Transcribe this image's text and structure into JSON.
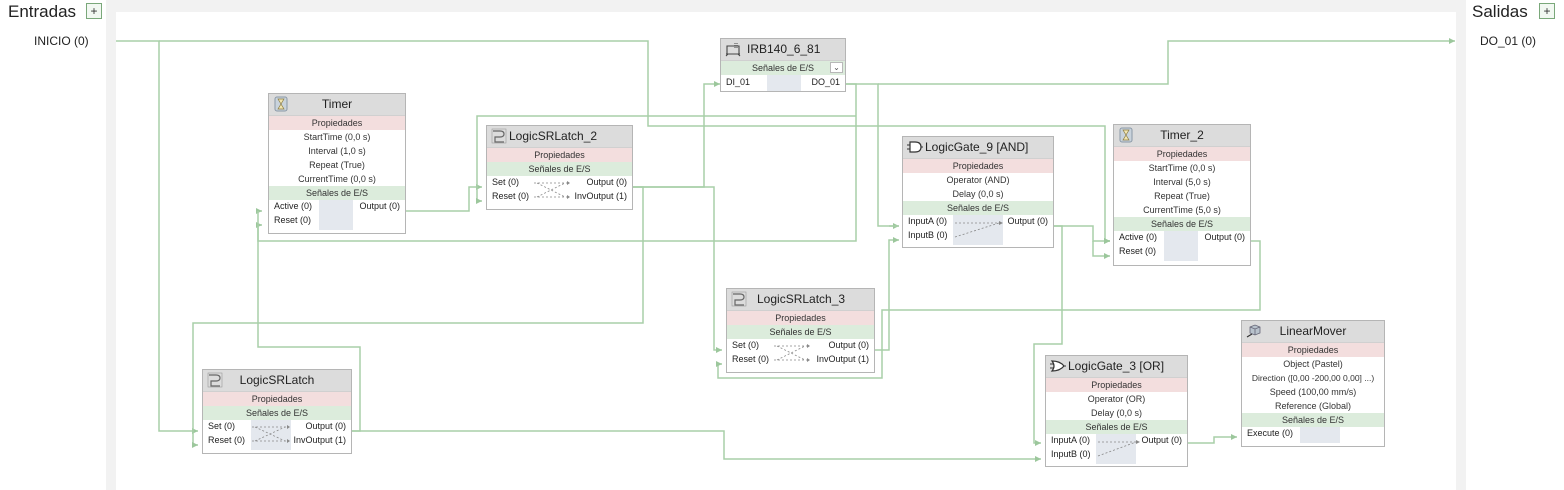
{
  "inputs_panel": {
    "title": "Entradas",
    "add_label": "+",
    "items": [
      "INICIO (0)"
    ]
  },
  "outputs_panel": {
    "title": "Salidas",
    "add_label": "+",
    "items": [
      "DO_01 (0)"
    ]
  },
  "colors": {
    "wire": "#a8cfa8",
    "props_header": "#f3dede",
    "signals_header": "#dcecdc",
    "block_header": "#dcdcdc"
  },
  "blocks": {
    "timer": {
      "icon": "hourglass-icon",
      "title": "Timer",
      "props_label": "Propiedades",
      "props": [
        "StartTime (0,0 s)",
        "Interval (1,0 s)",
        "Repeat (True)",
        "CurrentTime (0,0 s)"
      ],
      "signals_label": "Señales de E/S",
      "in": [
        "Active (0)",
        "Reset (0)"
      ],
      "out": [
        "Output (0)"
      ]
    },
    "srlatch2": {
      "icon": "sr-latch-icon",
      "title": "LogicSRLatch_2",
      "props_label": "Propiedades",
      "signals_label": "Señales de E/S",
      "in": [
        "Set (0)",
        "Reset (0)"
      ],
      "out": [
        "Output (0)",
        "InvOutput (1)"
      ]
    },
    "irb": {
      "icon": "robot-controller-icon",
      "title": "IRB140_6_81",
      "signals_label": "Señales de E/S",
      "dropdown": "⌄",
      "in": [
        "DI_01"
      ],
      "out": [
        "DO_01"
      ]
    },
    "gate9": {
      "icon": "and-gate-icon",
      "title": "LogicGate_9 [AND]",
      "props_label": "Propiedades",
      "props": [
        "Operator (AND)",
        "Delay (0,0 s)"
      ],
      "signals_label": "Señales de E/S",
      "in": [
        "InputA (0)",
        "InputB (0)"
      ],
      "out": [
        "Output (0)"
      ]
    },
    "timer2": {
      "icon": "hourglass-icon",
      "title": "Timer_2",
      "props_label": "Propiedades",
      "props": [
        "StartTime (0,0 s)",
        "Interval (5,0 s)",
        "Repeat (True)",
        "CurrentTime (5,0 s)"
      ],
      "signals_label": "Señales de E/S",
      "in": [
        "Active (0)",
        "Reset (0)"
      ],
      "out": [
        "Output (0)"
      ]
    },
    "srlatch3": {
      "icon": "sr-latch-icon",
      "title": "LogicSRLatch_3",
      "props_label": "Propiedades",
      "signals_label": "Señales de E/S",
      "in": [
        "Set (0)",
        "Reset (0)"
      ],
      "out": [
        "Output (0)",
        "InvOutput (1)"
      ]
    },
    "srlatch": {
      "icon": "sr-latch-icon",
      "title": "LogicSRLatch",
      "props_label": "Propiedades",
      "signals_label": "Señales de E/S",
      "in": [
        "Set (0)",
        "Reset (0)"
      ],
      "out": [
        "Output (0)",
        "InvOutput (1)"
      ]
    },
    "gate3": {
      "icon": "or-gate-icon",
      "title": "LogicGate_3 [OR]",
      "props_label": "Propiedades",
      "props": [
        "Operator (OR)",
        "Delay (0,0 s)"
      ],
      "signals_label": "Señales de E/S",
      "in": [
        "InputA (0)",
        "InputB (0)"
      ],
      "out": [
        "Output (0)"
      ]
    },
    "mover": {
      "icon": "linear-mover-icon",
      "title": "LinearMover",
      "props_label": "Propiedades",
      "props": [
        "Object (Pastel)",
        "Direction ([0,00 -200,00 0,00] ...)",
        "Speed (100,00 mm/s)",
        "Reference (Global)"
      ],
      "signals_label": "Señales de E/S",
      "in": [
        "Execute (0)"
      ],
      "out": []
    }
  }
}
